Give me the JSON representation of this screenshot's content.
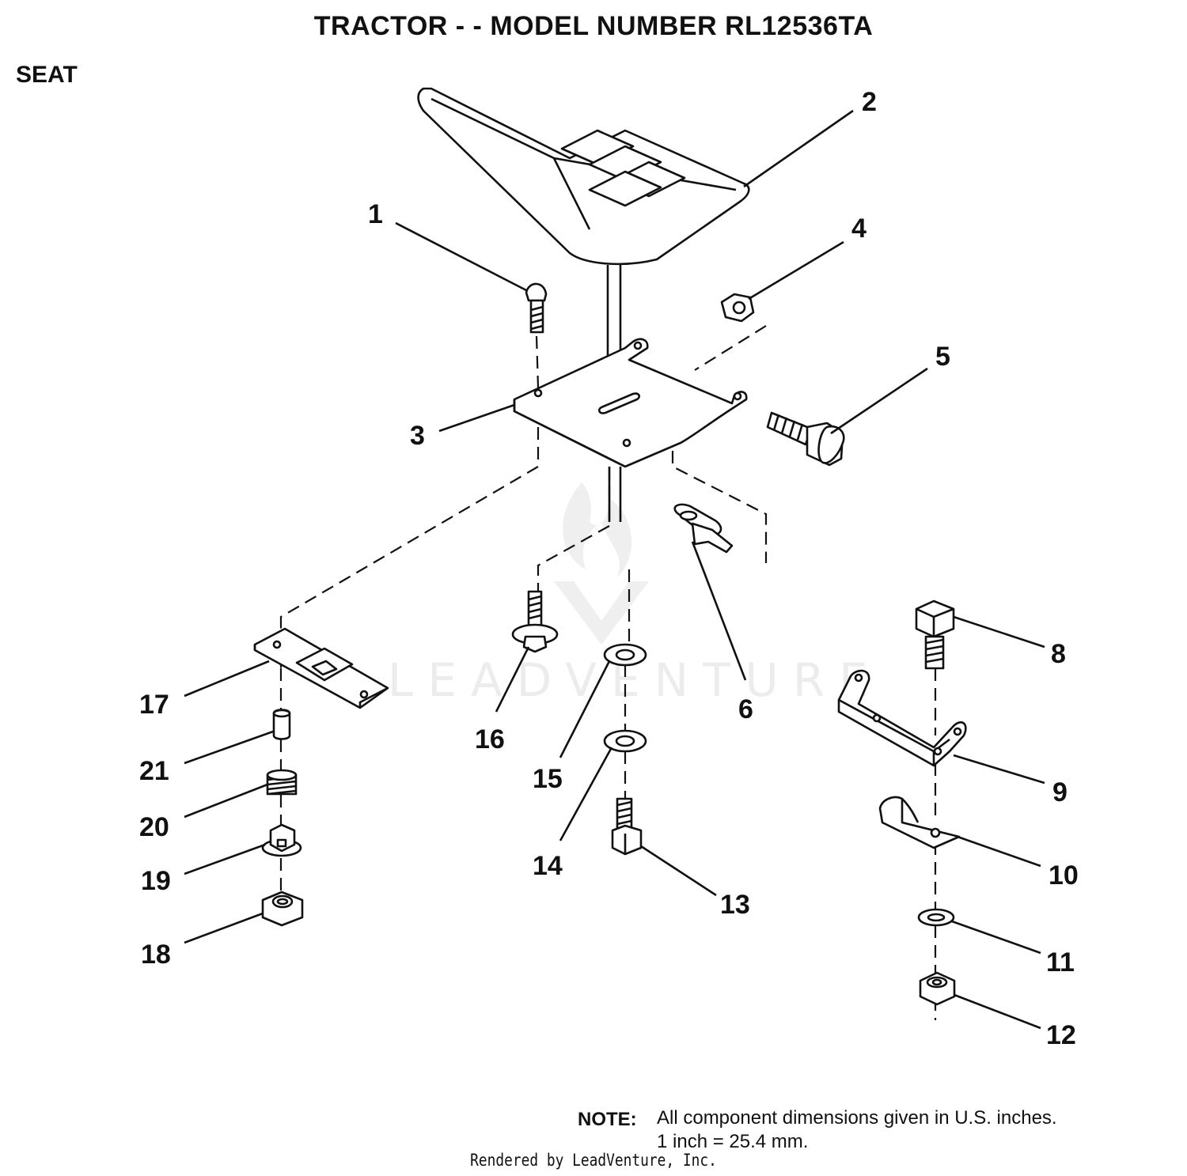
{
  "header": {
    "title": "TRACTOR - - MODEL NUMBER RL12536TA",
    "section": "SEAT"
  },
  "watermark": {
    "text": "LEADVENTURE"
  },
  "parts": {
    "labels": [
      "1",
      "2",
      "3",
      "4",
      "5",
      "6",
      "8",
      "9",
      "10",
      "11",
      "12",
      "13",
      "14",
      "15",
      "16",
      "17",
      "18",
      "19",
      "20",
      "21"
    ]
  },
  "note": {
    "label": "NOTE:",
    "line1": "All component dimensions given in U.S. inches.",
    "line2": "1 inch = 25.4 mm."
  },
  "footer": {
    "rendered_by": "Rendered by LeadVenture, Inc."
  }
}
